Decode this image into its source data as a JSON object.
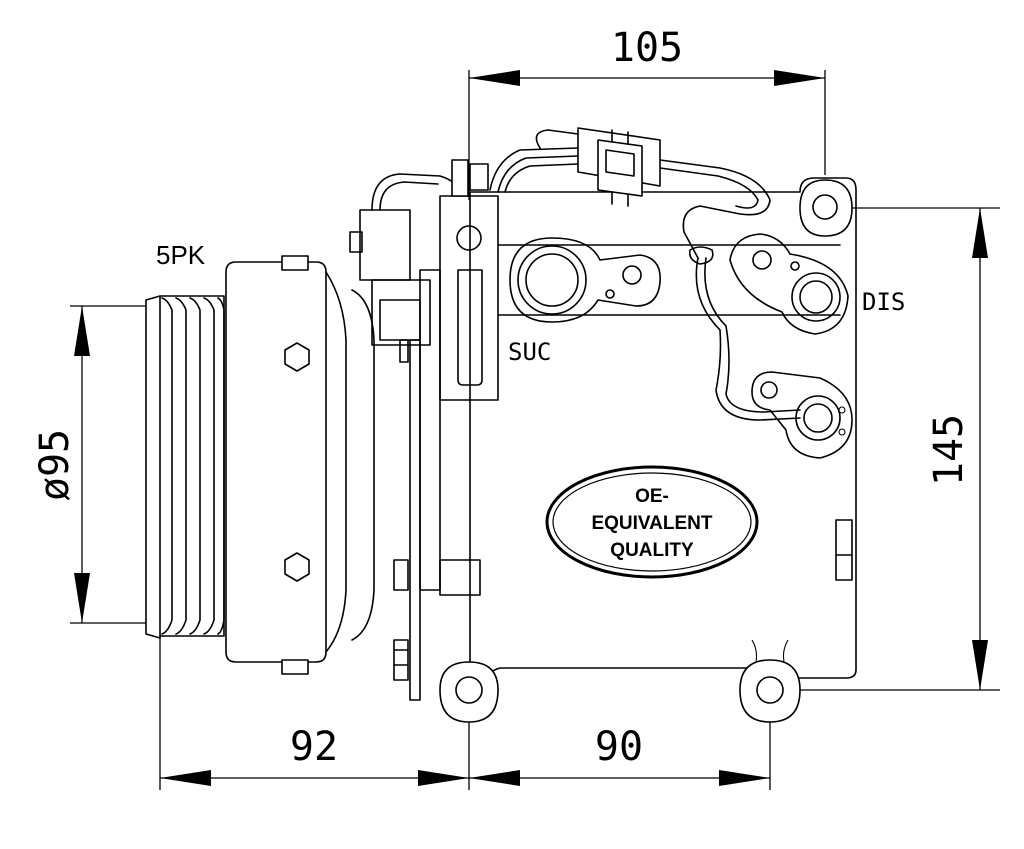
{
  "dimensions": {
    "body_width": "105",
    "height": "145",
    "pulley_diameter": "ø95",
    "pulley_offset": "92",
    "mount_spacing": "90"
  },
  "labels": {
    "belt_type": "5PK",
    "suction_port": "SUC",
    "discharge_port": "DIS"
  },
  "badge": {
    "line1": "OE-",
    "line2": "EQUIVALENT",
    "line3": "QUALITY"
  }
}
